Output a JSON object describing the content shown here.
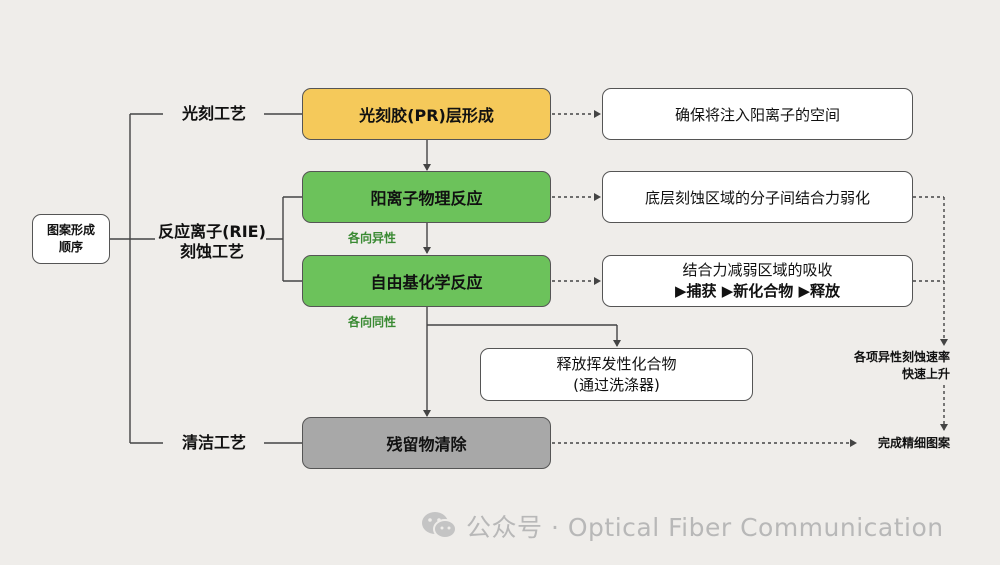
{
  "left_label": [
    "图案形成",
    "顺序"
  ],
  "stages": {
    "litho": "光刻工艺",
    "rie": [
      "反应离子(RIE)",
      "刻蚀工艺"
    ],
    "clean": "清洁工艺"
  },
  "process": {
    "pr": "光刻胶(PR)层形成",
    "ion": "阳离子物理反应",
    "radical": "自由基化学反应",
    "residue": "残留物清除"
  },
  "results": {
    "space": "确保将注入阳离子的空间",
    "weaken": "底层刻蚀区域的分子间结合力弱化",
    "absorb": [
      "结合力减弱区域的吸收",
      "▶捕获 ▶新化合物 ▶释放"
    ],
    "volatile": [
      "释放挥发性化合物",
      "(通过洗涤器)"
    ]
  },
  "tags": {
    "anisotropic": "各向异性",
    "isotropic": "各向同性"
  },
  "notes": {
    "rate": [
      "各项异性刻蚀速率",
      "快速上升"
    ],
    "finish": "完成精细图案"
  },
  "watermark": {
    "icon": "wechat-icon",
    "text": "公众号 · Optical Fiber Communication"
  },
  "colors": {
    "yellow": "#f5c95a",
    "green": "#6cc25b",
    "gray": "#a8a8a8",
    "tag_green": "#3a8a33"
  }
}
